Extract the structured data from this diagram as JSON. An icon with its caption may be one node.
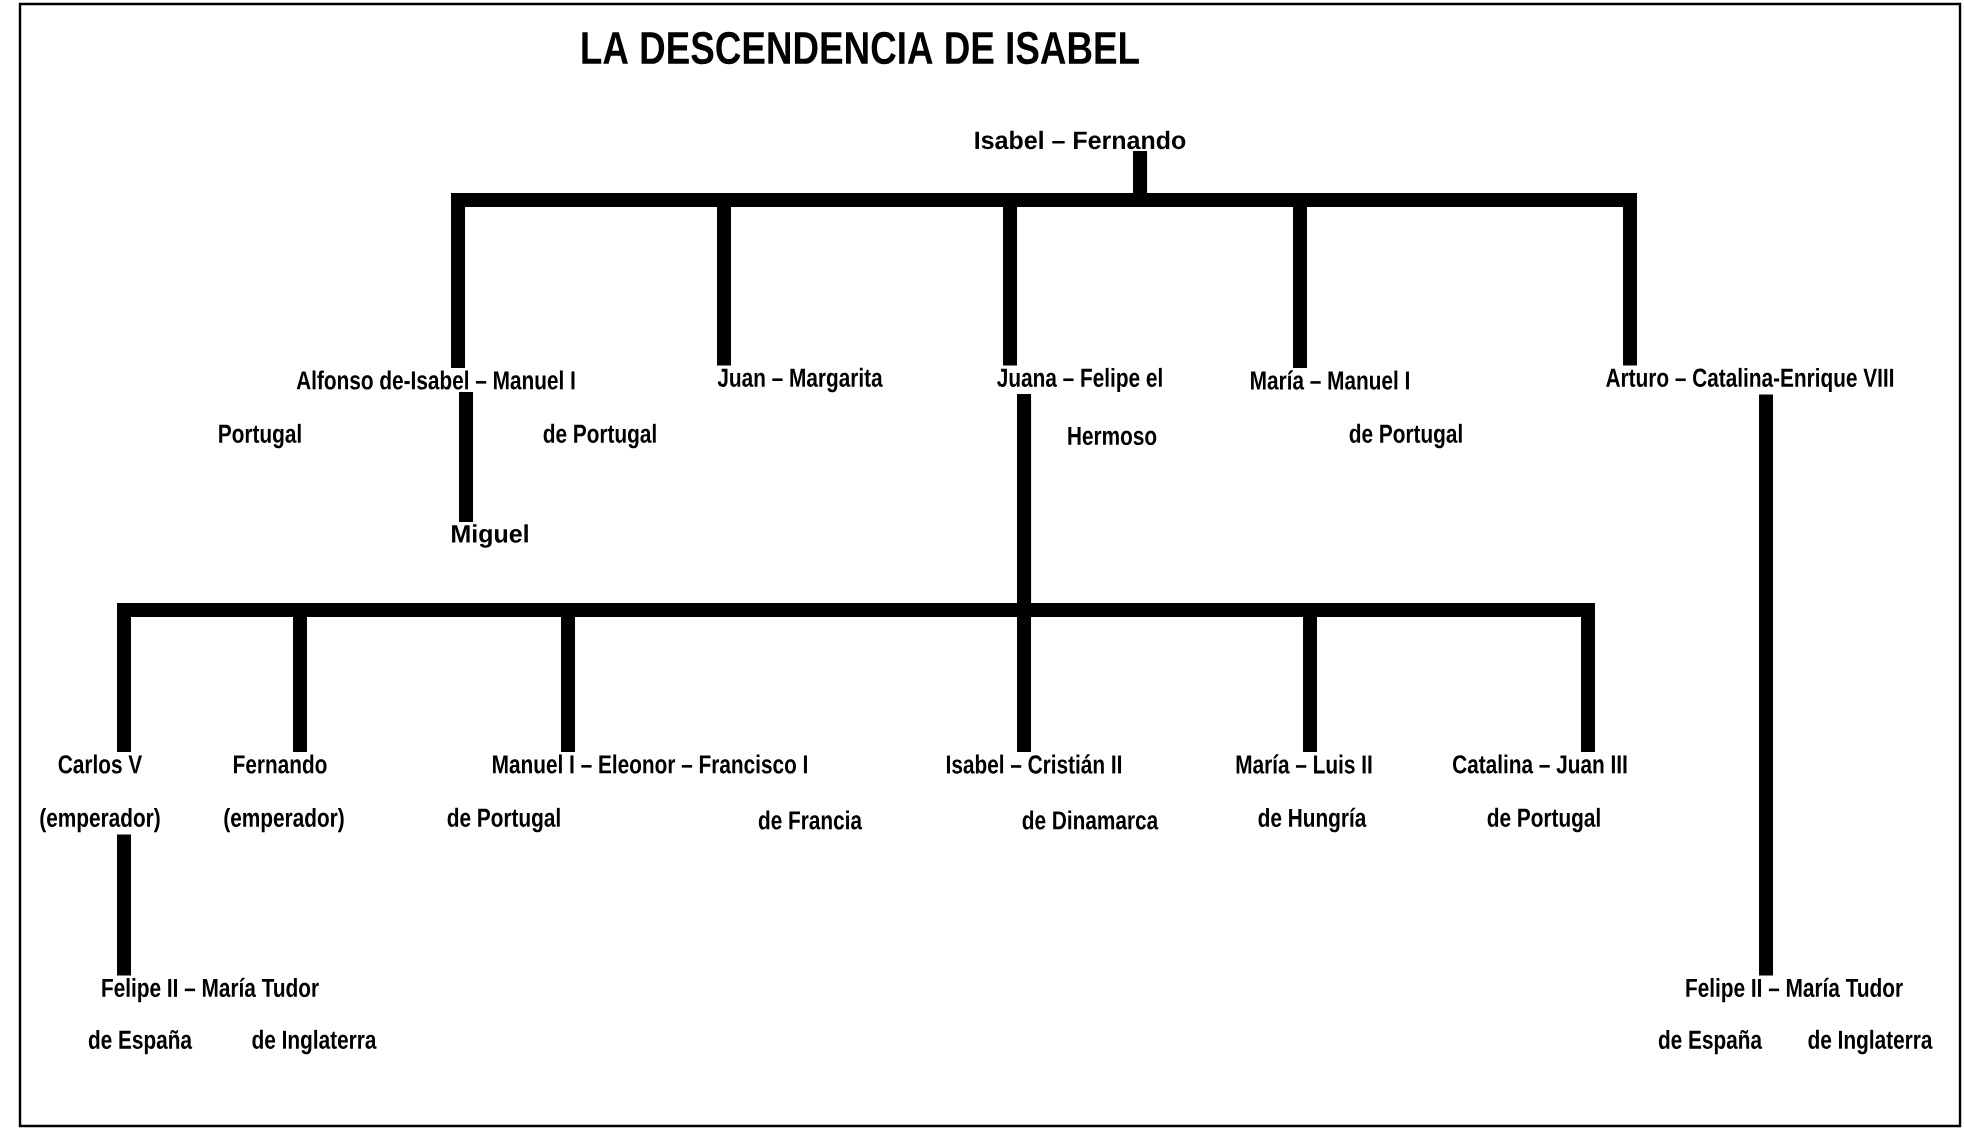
{
  "diagram": {
    "title": "LA DESCENDENCIA DE ISABEL",
    "nodes": [
      {
        "text": [
          "Isabel – Fernando"
        ]
      },
      {
        "text": [
          "Alfonso de-Isabel – Manuel I",
          "Portugal",
          "de Portugal"
        ]
      },
      {
        "text": [
          "Juan – Margarita"
        ]
      },
      {
        "text": [
          "Juana – Felipe el",
          "Hermoso"
        ]
      },
      {
        "text": [
          "María – Manuel I",
          "de Portugal"
        ]
      },
      {
        "text": [
          "Arturo – Catalina-Enrique VIII"
        ]
      },
      {
        "text": [
          "Miguel"
        ]
      },
      {
        "text": [
          "Carlos V",
          "(emperador)"
        ]
      },
      {
        "text": [
          "Fernando",
          "(emperador)"
        ]
      },
      {
        "text": [
          "Manuel I – Eleonor – Francisco I",
          "de Portugal",
          "de Francia"
        ]
      },
      {
        "text": [
          "Isabel – Cristián II",
          "de Dinamarca"
        ]
      },
      {
        "text": [
          "María – Luis II",
          "de Hungría"
        ]
      },
      {
        "text": [
          "Catalina – Juan III",
          "de Portugal"
        ]
      },
      {
        "text": [
          "Felipe II – María Tudor",
          "de España",
          "de Inglaterra"
        ]
      },
      {
        "text": [
          "Felipe II – María Tudor",
          "de España",
          "de Inglaterra"
        ]
      }
    ],
    "edges": [
      {
        "from": 0,
        "to": 1,
        "arrow": "none"
      },
      {
        "from": 0,
        "to": 2,
        "arrow": "none"
      },
      {
        "from": 0,
        "to": 3,
        "arrow": "none"
      },
      {
        "from": 0,
        "to": 4,
        "arrow": "none"
      },
      {
        "from": 0,
        "to": 5,
        "arrow": "none"
      },
      {
        "from": 1,
        "to": 6,
        "arrow": "none"
      },
      {
        "from": 3,
        "to": 7,
        "arrow": "none"
      },
      {
        "from": 3,
        "to": 8,
        "arrow": "none"
      },
      {
        "from": 3,
        "to": 9,
        "arrow": "none"
      },
      {
        "from": 3,
        "to": 10,
        "arrow": "none"
      },
      {
        "from": 3,
        "to": 11,
        "arrow": "none"
      },
      {
        "from": 3,
        "to": 12,
        "arrow": "none"
      },
      {
        "from": 7,
        "to": 13,
        "arrow": "none"
      },
      {
        "from": 5,
        "to": 14,
        "arrow": "none"
      }
    ]
  }
}
